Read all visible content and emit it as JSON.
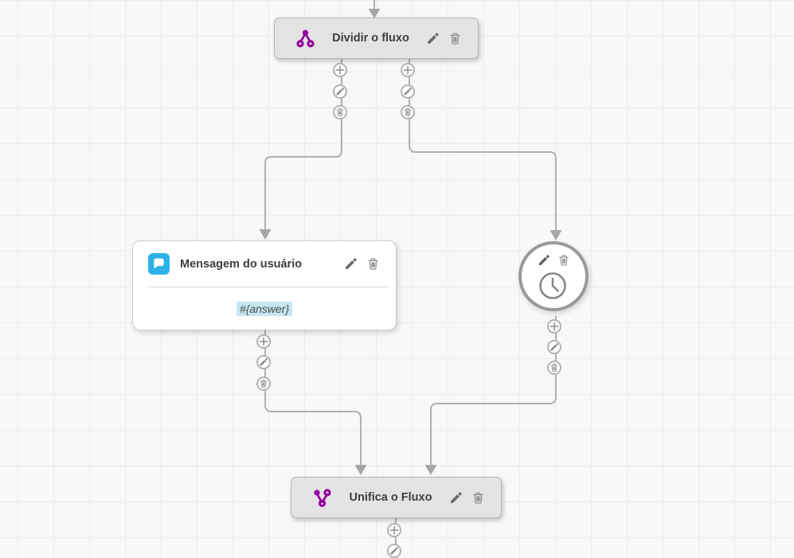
{
  "app": {
    "type": "chatbot-flow-builder"
  },
  "colors": {
    "accent_purple": "#94009e",
    "message_icon_blue": "#2cb2e8",
    "variable_highlight_blue": "#c6e6f3",
    "action_node_gray": "#e3e3e3",
    "connector_line_gray": "#b0b0b0",
    "canvas_background": "#f8f8f8",
    "grid_line": "#e9ecf2"
  },
  "nodes": {
    "split": {
      "title": "Dividir o fluxo",
      "icon": "split-flow-icon",
      "actions": [
        "edit",
        "delete"
      ]
    },
    "message": {
      "title": "Mensagem do usuário",
      "icon": "chat-bubble-icon",
      "value": "#{answer}",
      "actions": [
        "edit",
        "delete"
      ]
    },
    "timer": {
      "icon": "clock-icon",
      "actions": [
        "edit",
        "delete"
      ]
    },
    "merge": {
      "title": "Unifica o Fluxo",
      "icon": "merge-flow-icon",
      "actions": [
        "edit",
        "delete"
      ]
    }
  },
  "connector_buttons": [
    "add",
    "edit",
    "delete"
  ],
  "connections": [
    {
      "from": "top",
      "to": "split"
    },
    {
      "from": "split-left",
      "to": "message"
    },
    {
      "from": "split-right",
      "to": "timer"
    },
    {
      "from": "message",
      "to": "merge"
    },
    {
      "from": "timer",
      "to": "merge"
    },
    {
      "from": "merge",
      "to": "bottom"
    }
  ]
}
